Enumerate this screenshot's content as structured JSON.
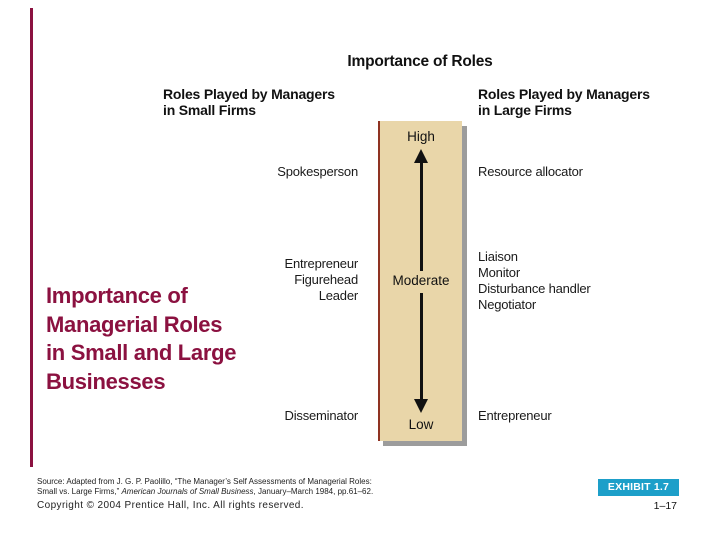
{
  "slide": {
    "headline_lines": [
      "Importance of",
      "Managerial Roles",
      "in Small and Large",
      "Businesses"
    ]
  },
  "diagram": {
    "title": "Importance of Roles",
    "left_column": {
      "header_line1": "Roles Played by Managers",
      "header_line2": "in Small Firms",
      "row1": "Spokesperson",
      "row2": [
        "Entrepreneur",
        "Figurehead",
        "Leader"
      ],
      "row3": "Disseminator"
    },
    "right_column": {
      "header_line1": "Roles Played by Managers",
      "header_line2": "in Large Firms",
      "row1": "Resource allocator",
      "row2": [
        "Liaison",
        "Monitor",
        "Disturbance handler",
        "Negotiator"
      ],
      "row3": "Entrepreneur"
    },
    "scale": {
      "high": "High",
      "moderate": "Moderate",
      "low": "Low"
    }
  },
  "footer": {
    "source_line1": "Source: Adapted from J. G. P. Paolillo, “The Manager’s Self Assessments of Managerial Roles:",
    "source_line2_prefix": "Small vs. Large Firms,” ",
    "source_journal": "American Journals of Small Business",
    "source_line2_suffix": ", January–March 1984, pp.61–62.",
    "copyright": "Copyright © 2004 Prentice Hall, Inc. All rights reserved.",
    "exhibit_badge": "EXHIBIT 1.7",
    "page_number": "1–17"
  },
  "colors": {
    "accent_maroon": "#8B1140",
    "scale_box_tan": "#E9D6A9",
    "scale_box_border": "#8F3222",
    "shadow_gray": "#9c9c9c",
    "exhibit_teal": "#1D9FC9",
    "text_black": "#111111"
  }
}
